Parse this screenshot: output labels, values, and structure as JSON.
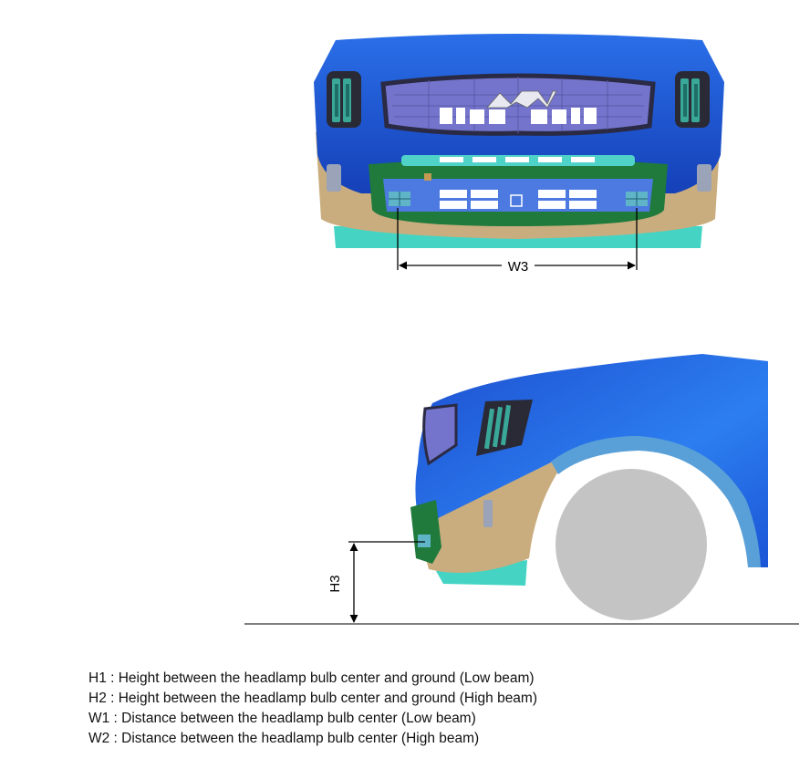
{
  "dimensions": {
    "front_width_label": "W3",
    "side_height_label": "H3"
  },
  "legend": [
    {
      "text": "H1 : Height between the headlamp bulb center and ground (Low beam)"
    },
    {
      "text": "H2 : Height between the headlamp bulb center and ground (High beam)"
    },
    {
      "text": "W1 : Distance between the headlamp bulb center (Low beam)"
    },
    {
      "text": "W2 : Distance between the headlamp bulb center (High beam)"
    }
  ],
  "colors": {
    "body_blue": "#1f56d8",
    "bumper_tan": "#c9ad7e",
    "skid_cyan": "#45d4c4",
    "grille_green": "#1f7a3c",
    "lamp_purple": "#6f6fc8",
    "wheel_gray": "#c4c4c4"
  }
}
